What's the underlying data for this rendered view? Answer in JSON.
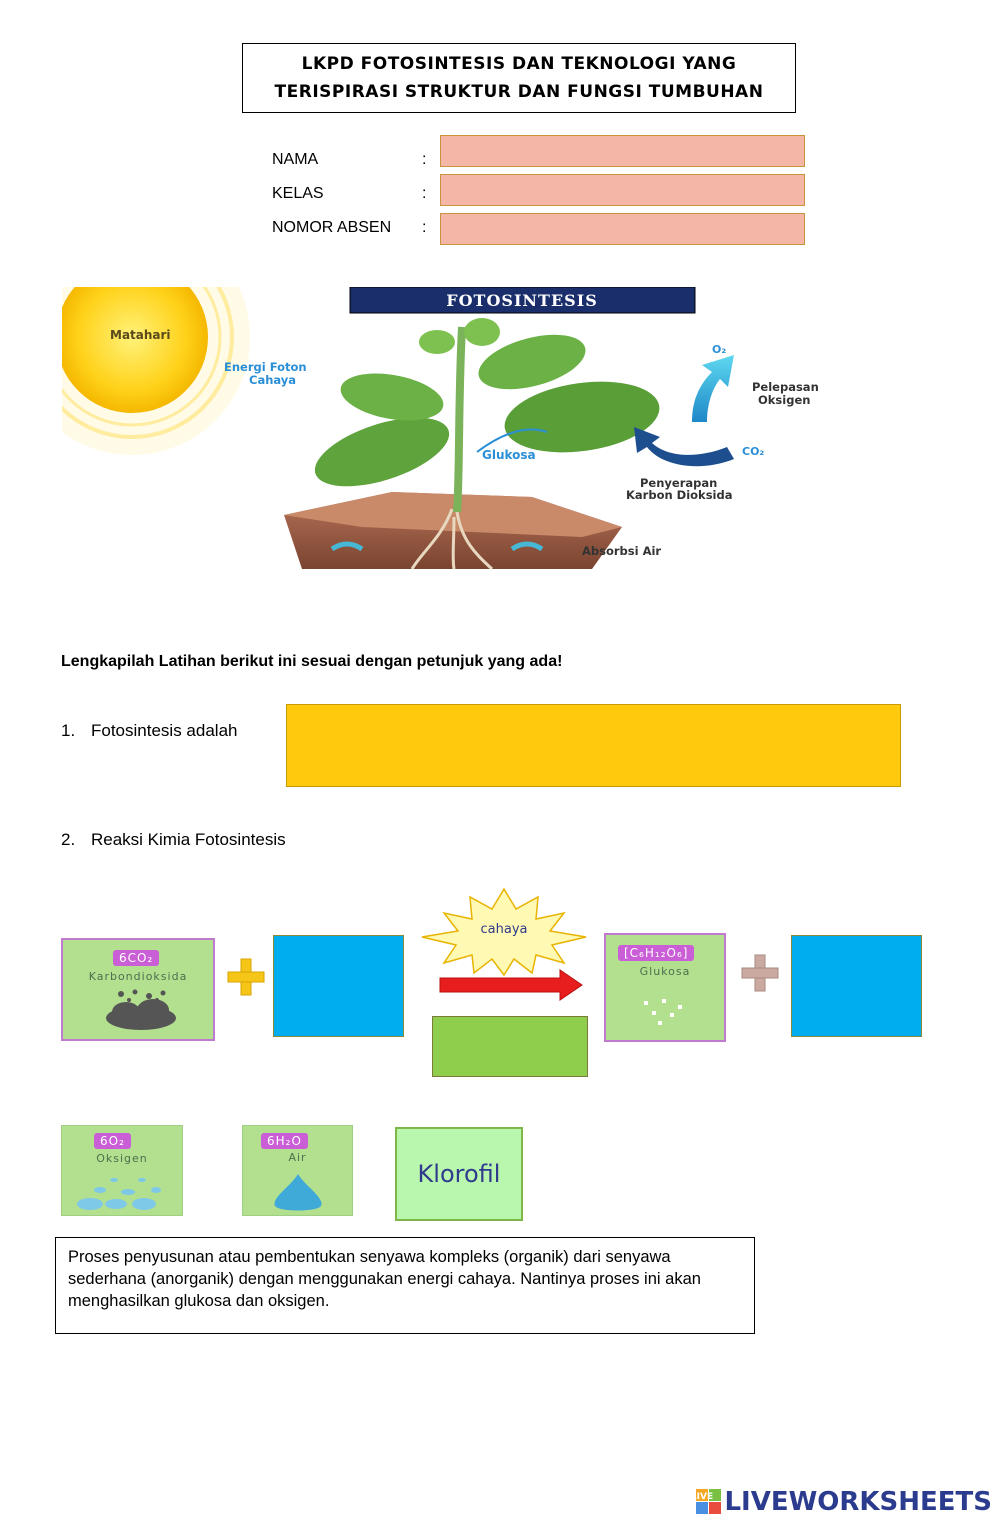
{
  "header": {
    "title_line1": "LKPD FOTOSINTESIS DAN TEKNOLOGI YANG",
    "title_line2": "TERISPIRASI STRUKTUR DAN FUNGSI TUMBUHAN"
  },
  "identity": {
    "fields": [
      {
        "label": "NAMA",
        "colon": ":",
        "value": ""
      },
      {
        "label": "KELAS",
        "colon": ":",
        "value": ""
      },
      {
        "label": "NOMOR ABSEN",
        "colon": ":",
        "value": ""
      }
    ]
  },
  "diagram": {
    "banner": "FOTOSINTESIS",
    "sun": "Matahari",
    "energy_line1": "Energi Foton",
    "energy_line2": "Cahaya",
    "o2": "O₂",
    "oxygen_release_line1": "Pelepasan",
    "oxygen_release_line2": "Oksigen",
    "glucose": "Glukosa",
    "co2": "CO₂",
    "co2_absorb_line1": "Penyerapan",
    "co2_absorb_line2": "Karbon Dioksida",
    "water": "Absorbsi Air"
  },
  "instruction": "Lengkapilah Latihan berikut ini sesuai dengan petunjuk yang ada!",
  "questions": {
    "q1_num": "1.",
    "q1_text": "Fotosintesis adalah",
    "q2_num": "2.",
    "q2_text": "Reaksi Kimia Fotosintesis"
  },
  "reaction": {
    "light": "cahaya",
    "co2_formula": "6CO₂",
    "co2_name": "Karbondioksida",
    "glucose_formula": "[C₆H₁₂O₆]",
    "glucose_name": "Glukosa"
  },
  "choices": {
    "oxygen_formula": "6O₂",
    "oxygen_name": "Oksigen",
    "water_formula": "6H₂O",
    "water_name": "Air",
    "chlorophyll": "Klorofil"
  },
  "definition": "Proses penyusunan atau pembentukan senyawa kompleks (organik) dari senyawa sederhana (anorganik) dengan menggunakan energi cahaya. Nantinya proses ini akan menghasilkan glukosa dan oksigen.",
  "footer": {
    "brand": "LIVEWORKSHEETS",
    "logo_letters": "LIVE"
  },
  "colors": {
    "field_pink": "#f4b6a6",
    "answer_yellow": "#ffc90d",
    "drop_blue": "#00adef",
    "drop_green": "#8fce4c",
    "arrow_red": "#e81e1e",
    "brand_navy": "#2b3c8f"
  }
}
